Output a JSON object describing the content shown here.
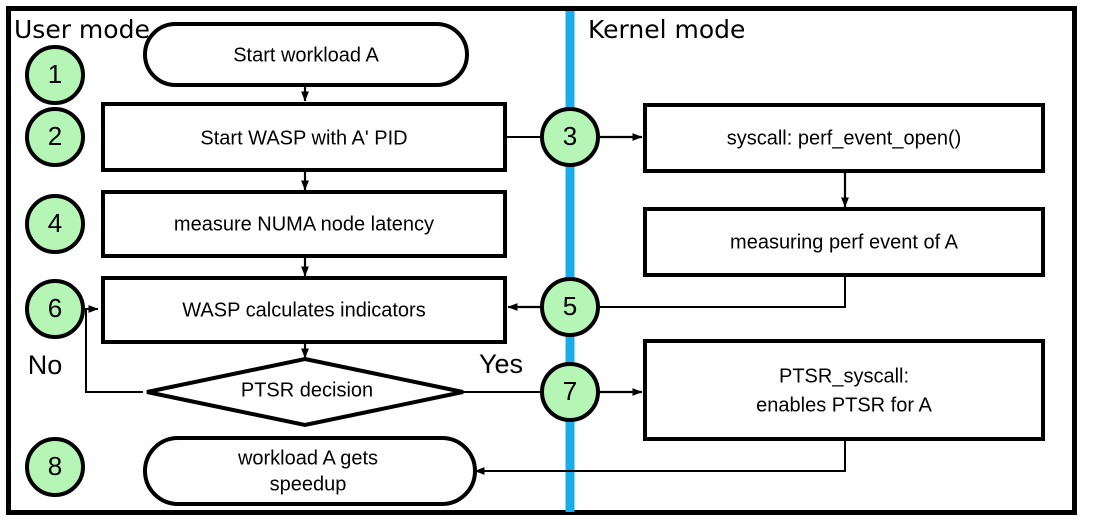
{
  "diagram": {
    "title": "WASP / PTSR workflow flowchart",
    "colors": {
      "step_circle_fill": "#b5f5b5",
      "divider_blue": "#18ADE8",
      "stroke": "#000000",
      "background": "#ffffff"
    },
    "lanes": [
      {
        "id": "user",
        "label": "User mode"
      },
      {
        "id": "kernel",
        "label": "Kernel mode"
      }
    ],
    "steps": [
      {
        "n": "1"
      },
      {
        "n": "2"
      },
      {
        "n": "3"
      },
      {
        "n": "4"
      },
      {
        "n": "5"
      },
      {
        "n": "6"
      },
      {
        "n": "7"
      },
      {
        "n": "8"
      }
    ],
    "nodes": {
      "start_workload": {
        "label": "Start workload A",
        "shape": "terminal",
        "lane": "user"
      },
      "start_wasp": {
        "label": "Start WASP with A' PID",
        "shape": "process",
        "lane": "user"
      },
      "measure_numa": {
        "label": "measure NUMA node latency",
        "shape": "process",
        "lane": "user"
      },
      "wasp_calc": {
        "label": "WASP calculates indicators",
        "shape": "process",
        "lane": "user"
      },
      "ptsr_decision": {
        "label": "PTSR decision",
        "shape": "decision",
        "lane": "user"
      },
      "workload_speedup_line1": {
        "label": "workload A gets",
        "shape": "terminal",
        "lane": "user"
      },
      "workload_speedup_line2": {
        "label": "speedup",
        "shape": "terminal",
        "lane": "user"
      },
      "perf_event_open": {
        "label": "syscall: perf_event_open()",
        "shape": "process",
        "lane": "kernel"
      },
      "measuring_perf": {
        "label": "measuring perf event of A",
        "shape": "process",
        "lane": "kernel"
      },
      "ptsr_syscall_line1": {
        "label": "PTSR_syscall:",
        "shape": "process",
        "lane": "kernel"
      },
      "ptsr_syscall_line2": {
        "label": "enables PTSR for A",
        "shape": "process",
        "lane": "kernel"
      }
    },
    "branch_labels": {
      "no": "No",
      "yes": "Yes"
    }
  }
}
